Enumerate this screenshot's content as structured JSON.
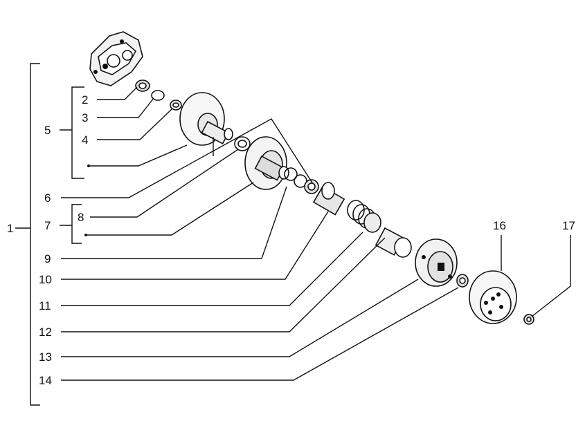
{
  "diagram": {
    "labels": {
      "n1": "1",
      "n2": "2",
      "n3": "3",
      "n4": "4",
      "n5": "5",
      "n6": "6",
      "n7": "7",
      "n8": "8",
      "n9": "9",
      "n10": "10",
      "n11": "11",
      "n12": "12",
      "n13": "13",
      "n14": "14",
      "n16": "16",
      "n17": "17"
    }
  },
  "colors": {
    "ink": "#111111",
    "paper": "#ffffff",
    "shade": "#cfcfcf"
  }
}
